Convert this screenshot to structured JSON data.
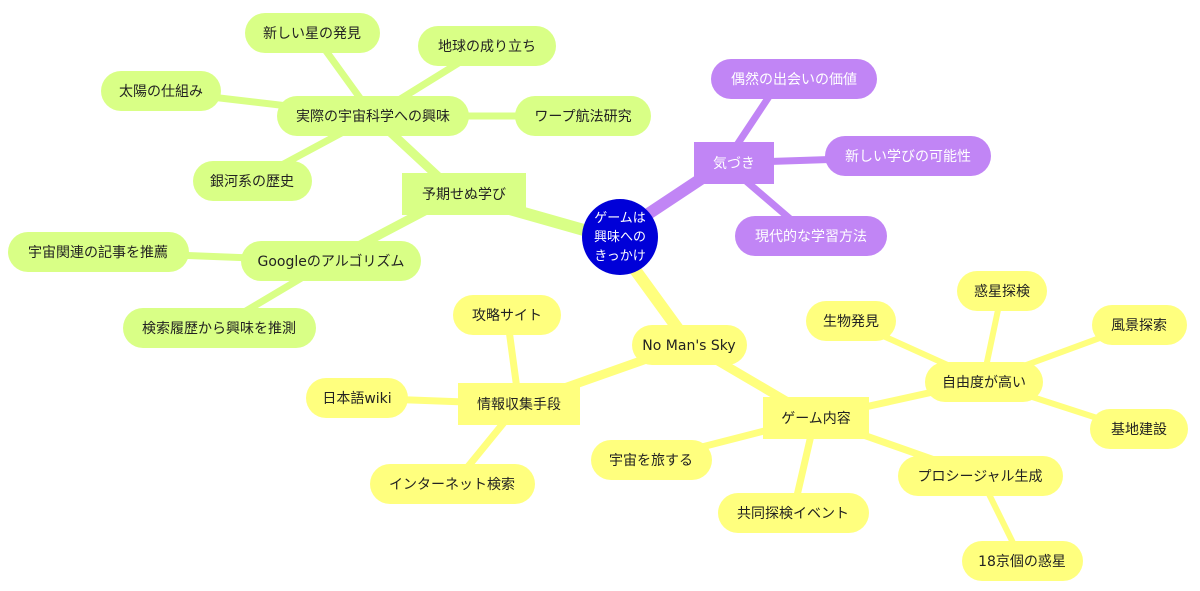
{
  "colors": {
    "root": "#0000d8",
    "purple": "#c185f5",
    "green": "#d9ff86",
    "yellow": "#ffff7e"
  },
  "root": {
    "lines": [
      "ゲームは",
      "興味への",
      "きっかけ"
    ]
  },
  "branches": {
    "purple": {
      "main": "気づき",
      "children": [
        "偶然の出会いの価値",
        "新しい学びの可能性",
        "現代的な学習方法"
      ]
    },
    "green": {
      "main": "予期せぬ学び",
      "science": {
        "label": "実際の宇宙科学への興味",
        "children": [
          "新しい星の発見",
          "地球の成り立ち",
          "太陽の仕組み",
          "ワープ航法研究",
          "銀河系の歴史"
        ]
      },
      "google": {
        "label": "Googleのアルゴリズム",
        "children": [
          "宇宙関連の記事を推薦",
          "検索履歴から興味を推測"
        ]
      }
    },
    "yellow": {
      "main": "No Man's Sky",
      "info": {
        "label": "情報収集手段",
        "children": [
          "攻略サイト",
          "日本語wiki",
          "インターネット検索"
        ]
      },
      "content": {
        "label": "ゲーム内容",
        "children": [
          "宇宙を旅する",
          "共同探検イベント"
        ],
        "freedom": {
          "label": "自由度が高い",
          "children": [
            "生物発見",
            "惑星探検",
            "風景探索",
            "基地建設"
          ]
        },
        "procedural": {
          "label": "プロシージャル生成",
          "children": [
            "18京個の惑星"
          ]
        }
      }
    }
  }
}
